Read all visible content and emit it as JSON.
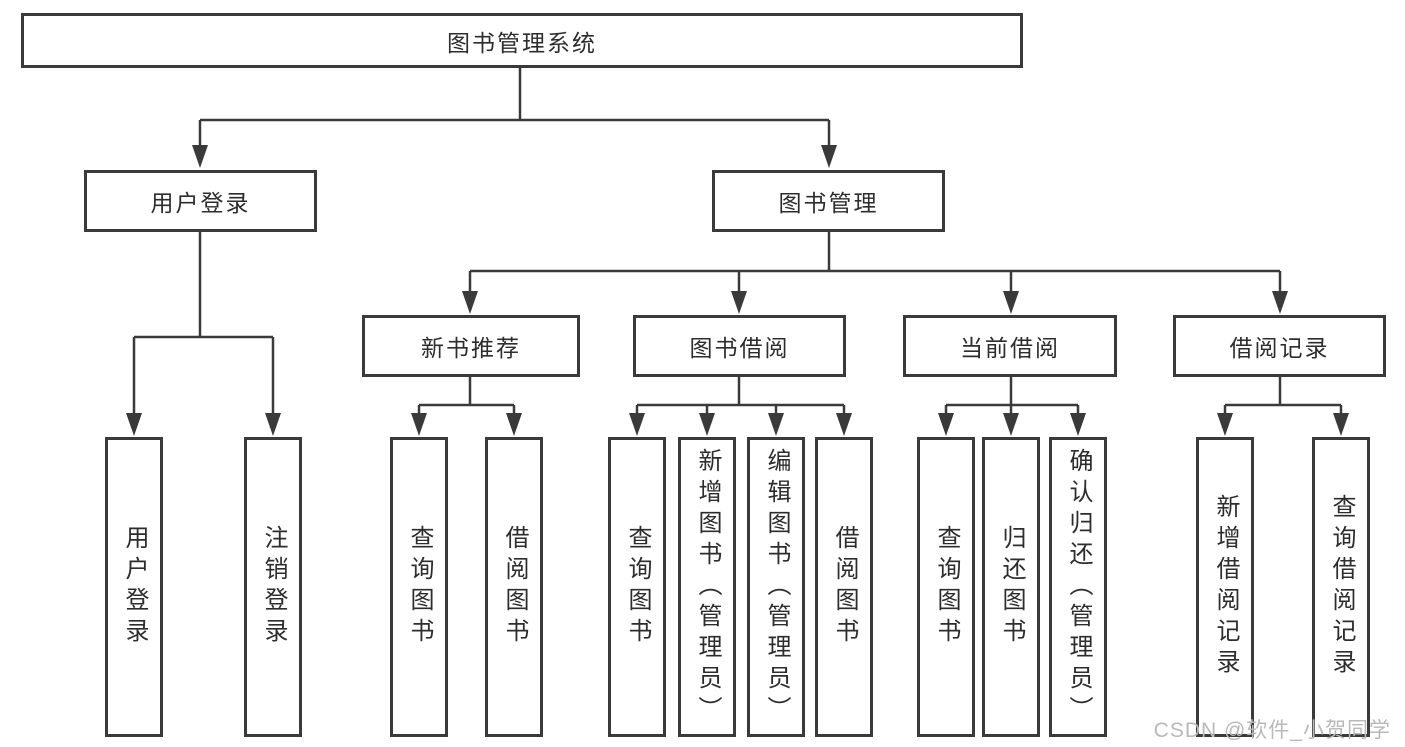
{
  "tree": {
    "title": "图书管理系统",
    "branches": [
      {
        "label": "用户登录",
        "children": [
          "用户登录",
          "注销登录"
        ]
      },
      {
        "label": "图书管理",
        "children": [
          {
            "label": "新书推荐",
            "children": [
              "查询图书",
              "借阅图书"
            ]
          },
          {
            "label": "图书借阅",
            "children": [
              "查询图书",
              "新增图书（管理员）",
              "编辑图书（管理员）",
              "借阅图书"
            ]
          },
          {
            "label": "当前借阅",
            "children": [
              "查询图书",
              "归还图书",
              "确认归还（管理员）"
            ]
          },
          {
            "label": "借阅记录",
            "children": [
              "新增借阅记录",
              "查询借阅记录"
            ]
          }
        ]
      }
    ]
  },
  "watermark": "CSDN @软件_小贺同学",
  "colors": {
    "line": "#3a3a3a",
    "box_border": "#3a3a3a",
    "text": "#2d2d2d",
    "watermark": "#b9b9b9",
    "background": "#ffffff"
  }
}
